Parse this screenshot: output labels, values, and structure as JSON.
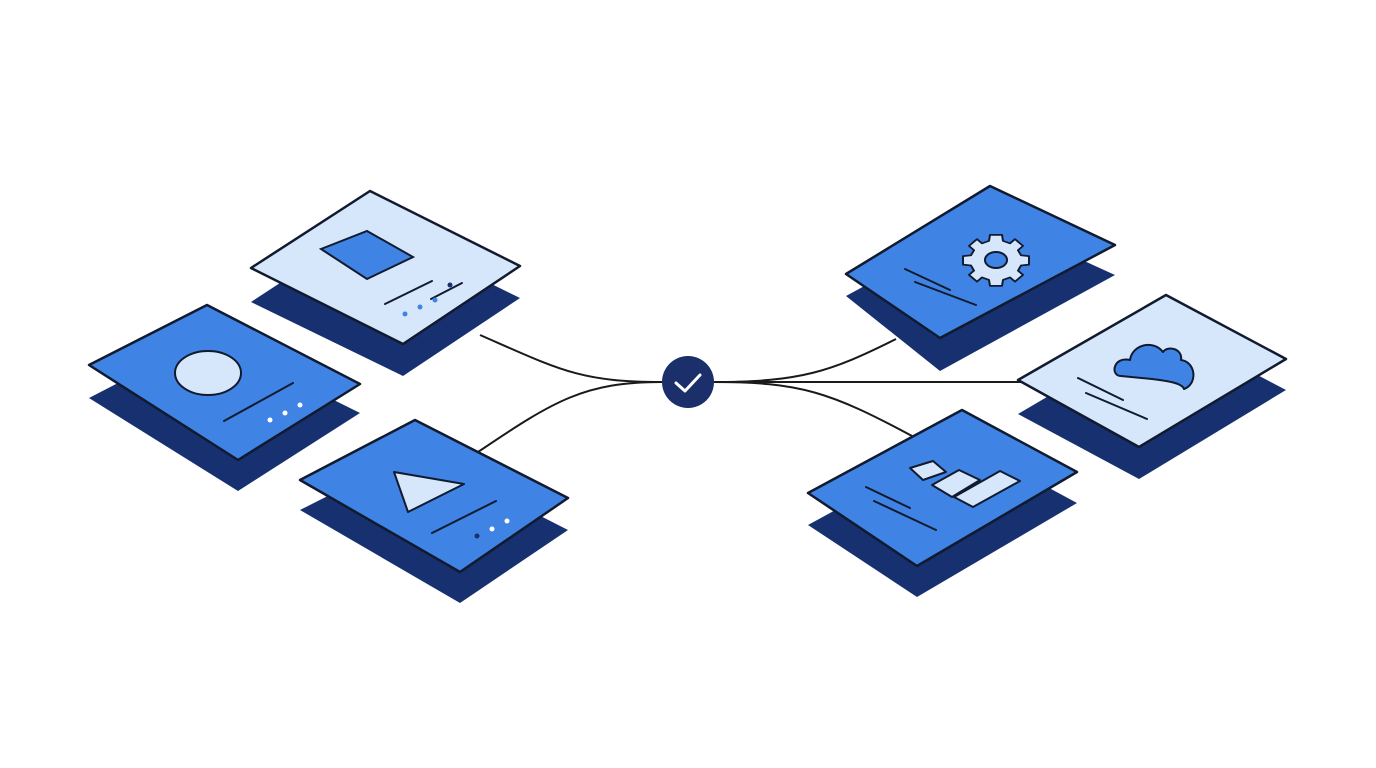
{
  "diagram": {
    "hub": {
      "icon": "check-icon",
      "color": "#1b2f6b"
    },
    "colors": {
      "card_blue": "#3f84e5",
      "card_light": "#d6e6fb",
      "shadow": "#17306f",
      "outline": "#111a2e",
      "connector": "#1a1a1a",
      "dot_light": "#ffffff",
      "dot_dark": "#1b2f6b"
    },
    "cards": [
      {
        "id": "square",
        "icon": "square-icon",
        "side": "left",
        "fill": "light"
      },
      {
        "id": "circle",
        "icon": "circle-icon",
        "side": "left",
        "fill": "blue"
      },
      {
        "id": "triangle",
        "icon": "triangle-icon",
        "side": "left",
        "fill": "blue"
      },
      {
        "id": "gear",
        "icon": "gear-icon",
        "side": "right",
        "fill": "blue"
      },
      {
        "id": "cloud",
        "icon": "cloud-icon",
        "side": "right",
        "fill": "light"
      },
      {
        "id": "bar-chart",
        "icon": "bar-chart-icon",
        "side": "right",
        "fill": "blue"
      }
    ]
  }
}
